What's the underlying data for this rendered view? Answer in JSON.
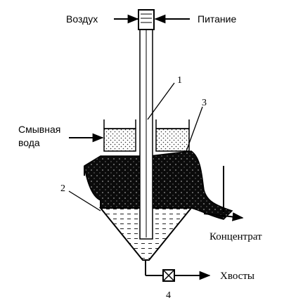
{
  "diagram": {
    "labels": {
      "air": "Воздух",
      "feed": "Питание",
      "wash_water_line1": "Смывная",
      "wash_water_line2": "вода",
      "concentrate": "Концентрат",
      "tailings": "Хвосты"
    },
    "callouts": {
      "n1": "1",
      "n2": "2",
      "n3": "3",
      "n4": "4"
    }
  }
}
